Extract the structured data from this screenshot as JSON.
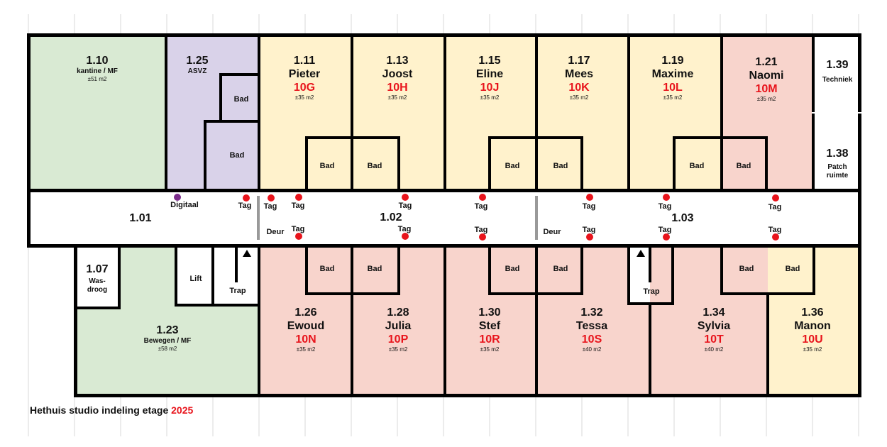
{
  "footer": {
    "title": "Hethuis studio indeling etage",
    "year": "2025"
  },
  "colors": {
    "green": "#d9ead3",
    "purple": "#d9d2e9",
    "yellow": "#fff2cc",
    "pink": "#f8d4cc",
    "red": "#e8141c",
    "dot_purple": "#7b2d8b"
  },
  "rooms": {
    "r110": {
      "number": "1.10",
      "name": "kantine / MF",
      "area": "±51 m2"
    },
    "r125": {
      "number": "1.25",
      "name": "ASVZ"
    },
    "r111": {
      "number": "1.11",
      "name": "Pieter",
      "code": "10G",
      "area": "±35 m2"
    },
    "r113": {
      "number": "1.13",
      "name": "Joost",
      "code": "10H",
      "area": "±35 m2"
    },
    "r115": {
      "number": "1.15",
      "name": "Eline",
      "code": "10J",
      "area": "±35 m2"
    },
    "r117": {
      "number": "1.17",
      "name": "Mees",
      "code": "10K",
      "area": "±35 m2"
    },
    "r119": {
      "number": "1.19",
      "name": "Maxime",
      "code": "10L",
      "area": "±35 m2"
    },
    "r121": {
      "number": "1.21",
      "name": "Naomi",
      "code": "10M",
      "area": "±35 m2"
    },
    "r139": {
      "number": "1.39",
      "name": "Techniek"
    },
    "r138": {
      "number": "1.38",
      "name": "Patch ruimte"
    },
    "r101": {
      "number": "1.01"
    },
    "r102": {
      "number": "1.02"
    },
    "r103": {
      "number": "1.03"
    },
    "r107": {
      "number": "1.07",
      "name": "Was-droog"
    },
    "r123": {
      "number": "1.23",
      "name": "Bewegen / MF",
      "area": "±58 m2"
    },
    "r126": {
      "number": "1.26",
      "name": "Ewoud",
      "code": "10N",
      "area": "±35 m2"
    },
    "r128": {
      "number": "1.28",
      "name": "Julia",
      "code": "10P",
      "area": "±35 m2"
    },
    "r130": {
      "number": "1.30",
      "name": "Stef",
      "code": "10R",
      "area": "±35 m2"
    },
    "r132": {
      "number": "1.32",
      "name": "Tessa",
      "code": "10S",
      "area": "±40 m2"
    },
    "r134": {
      "number": "1.34",
      "name": "Sylvia",
      "code": "10T",
      "area": "±40 m2"
    },
    "r136": {
      "number": "1.36",
      "name": "Manon",
      "code": "10U",
      "area": "±35 m2"
    }
  },
  "labels": {
    "bad": "Bad",
    "tag": "Tag",
    "deur": "Deur",
    "lift": "Lift",
    "trap": "Trap",
    "digitaal": "Digitaal"
  }
}
